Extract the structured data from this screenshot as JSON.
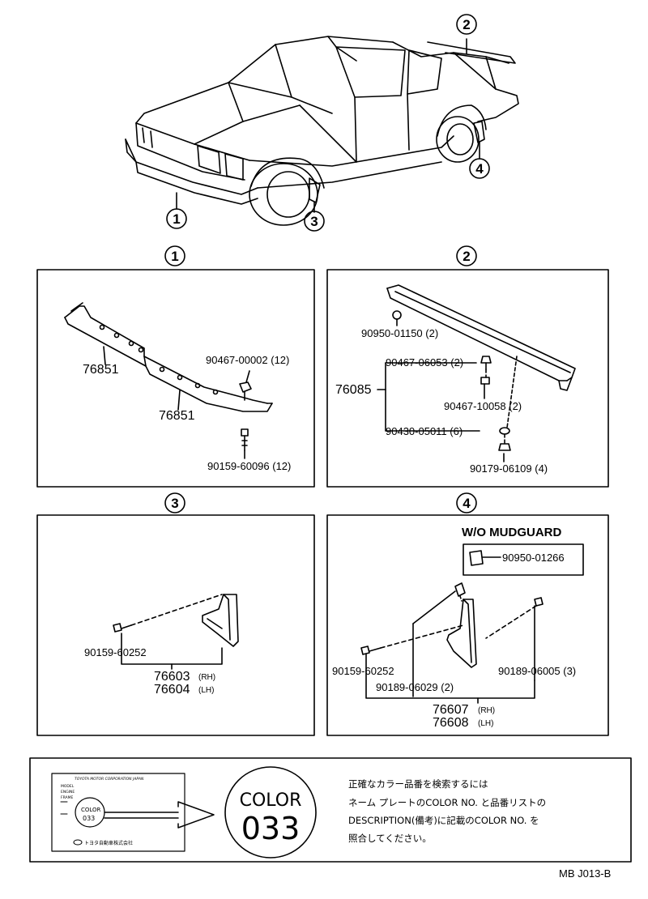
{
  "callouts": [
    "1",
    "2",
    "3",
    "4"
  ],
  "panel1": {
    "parts": [
      "76851",
      "76851",
      "90467-00002 (12)",
      "90159-60096 (12)"
    ]
  },
  "panel2": {
    "parts": [
      "76085",
      "90950-01150 (2)",
      "90467-06053 (2)",
      "90467-10058 (2)",
      "90430-05011 (6)",
      "90179-06109 (4)"
    ]
  },
  "panel3": {
    "parts": [
      "90159-60252",
      "76603",
      "(RH)",
      "76604",
      "(LH)"
    ]
  },
  "panel4": {
    "header": "W/O MUDGUARD",
    "parts": [
      "90950-01266",
      "90159-60252",
      "90189-06029 (2)",
      "90189-06005 (3)",
      "76607",
      "(RH)",
      "76608",
      "(LH)"
    ]
  },
  "nameplate": {
    "company": "TOYOTA MOTOR CORPORATION JAPAN",
    "fields": [
      "MODEL",
      "ENGINE",
      "FRAME"
    ],
    "color_label": "COLOR",
    "color_code": "033",
    "maker_jp": "トヨタ自動車株式会社"
  },
  "color_callout": {
    "label": "COLOR",
    "code": "033"
  },
  "instructions": [
    "正確なカラー品番を検索するには",
    "ネーム プレートのCOLOR NO. と品番リストの",
    "DESCRIPTION(備考)に記載のCOLOR NO. を",
    "照合してください。"
  ],
  "footer": "MB J013-B"
}
